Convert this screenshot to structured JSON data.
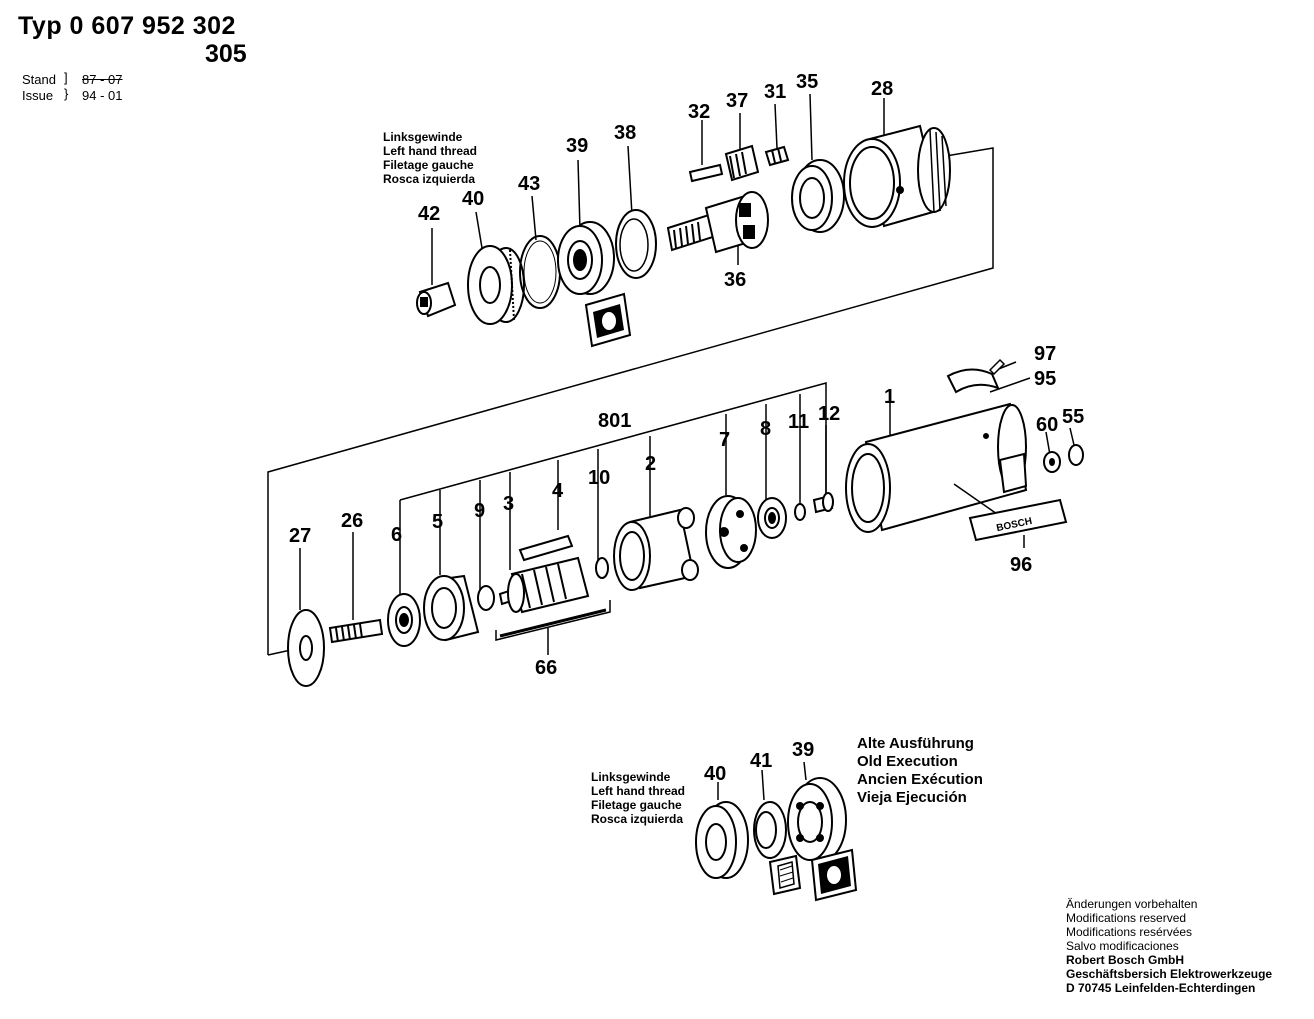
{
  "header": {
    "title": "Typ 0 607 952 302",
    "title_variant": "305",
    "stand_label": "Stand",
    "stand_value": "87 - 07",
    "issue_label": "Issue",
    "issue_value": "94 - 01"
  },
  "thread_note_top": [
    "Linksgewinde",
    "Left hand thread",
    "Filetage gauche",
    "Rosca izquierda"
  ],
  "thread_note_bottom": [
    "Linksgewinde",
    "Left hand thread",
    "Filetage gauche",
    "Rosca izquierda"
  ],
  "old_execution": [
    "Alte Ausführung",
    "Old Execution",
    "Ancien Exécution",
    "Vieja Ejecución"
  ],
  "footer": {
    "lines": [
      "Änderungen vorbehalten",
      "Modifications reserved",
      "Modifications resérvées",
      "Salvo modificaciones"
    ],
    "company_lines": [
      "Robert Bosch GmbH",
      "Geschäftsbersich Elektrowerkzeuge",
      "D 70745 Leinfelden-Echterdingen"
    ]
  },
  "brand_plate": "BOSCH",
  "part_numbers": {
    "p28": "28",
    "p35": "35",
    "p31": "31",
    "p37": "37",
    "p32": "32",
    "p38": "38",
    "p39": "39",
    "p43": "43",
    "p40": "40",
    "p42": "42",
    "p36": "36",
    "p97": "97",
    "p95": "95",
    "p1": "1",
    "p60": "60",
    "p55": "55",
    "p12": "12",
    "p11": "11",
    "p8": "8",
    "p7": "7",
    "p801": "801",
    "p2": "2",
    "p10": "10",
    "p4": "4",
    "p3": "3",
    "p9": "9",
    "p5": "5",
    "p6": "6",
    "p26": "26",
    "p27": "27",
    "p66": "66",
    "p96": "96",
    "b40": "40",
    "b41": "41",
    "b39": "39"
  }
}
